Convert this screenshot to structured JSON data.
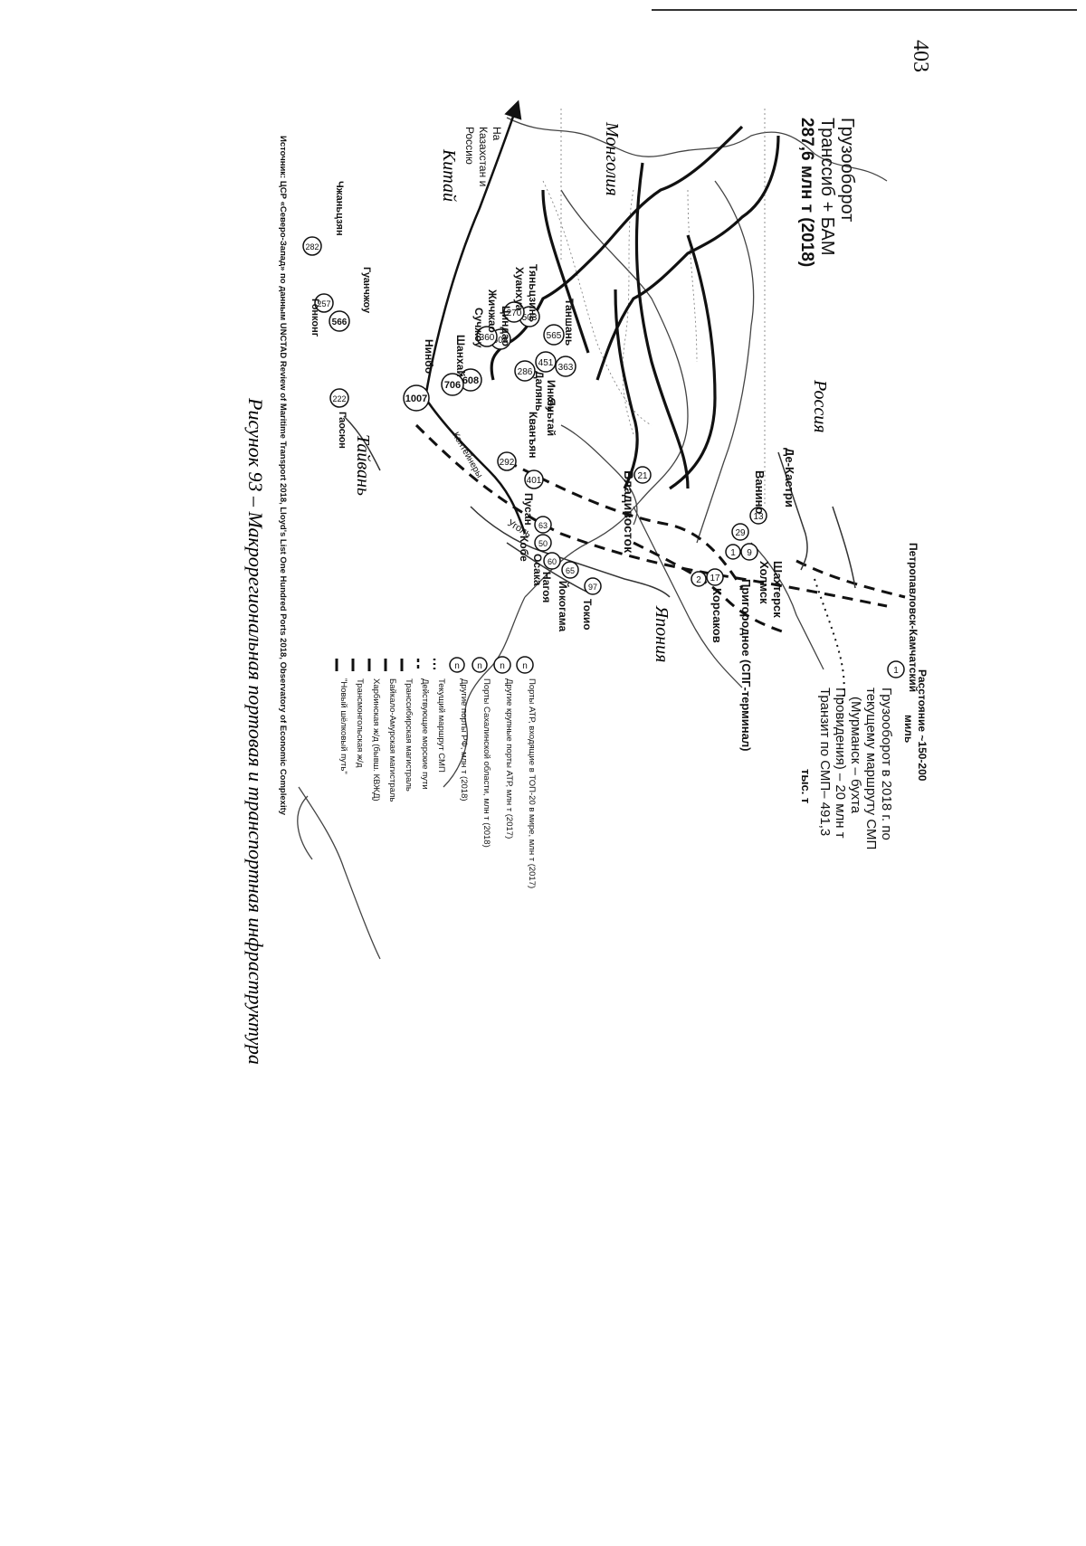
{
  "page_number": "403",
  "caption": "Рисунок 93 – Макрорегиональная портовая и транспортная инфраструктура",
  "source": "Источник: ЦСР «Северо-Запад» по данным UNCTAD Review of Maritime Transport 2018, Lloyd's List One Hundred Ports 2018, Observatory of Economic Complexity",
  "countries": [
    "Россия",
    "Монголия",
    "Китай",
    "Япония",
    "Тайвань"
  ],
  "cargo_transsib": [
    "Грузооборот",
    "Транссиб + БАМ",
    "287,6 млн т (2018)"
  ],
  "kazakhstan": [
    "На",
    "Казахстан и",
    "Россию"
  ],
  "distance_label": [
    "Расстояние ~150-200",
    "миль"
  ],
  "nsr_cargo": [
    "Грузооборот в 2018 г. по",
    "текущему маршруту СМП",
    "(Мурманск – бухта",
    "Провидения) – 20 млн т",
    "Транзит по СМП– 491,3",
    "тыс. т"
  ],
  "container_label": "Контейнеры",
  "coal_label": "Уголь",
  "ports_ru": [
    {
      "name": "Петропавловск-Камчатский",
      "value": "1"
    },
    {
      "name": "Де-Кастри",
      "value": "13"
    },
    {
      "name": "Ванино",
      "value": "29"
    },
    {
      "name": "Шахтерск",
      "value": "9"
    },
    {
      "name": "Холмск",
      "value": "1"
    },
    {
      "name": "Пригородное (СПГ-терминал)",
      "value": "17"
    },
    {
      "name": "Корсаков",
      "value": "2"
    },
    {
      "name": "Владивосток",
      "value": "21"
    }
  ],
  "ports_cn": [
    {
      "name": "Инкоу",
      "value": "363"
    },
    {
      "name": "Далянь",
      "value": "451"
    },
    {
      "name": "Яньтай",
      "value": "286"
    },
    {
      "name": "Таншань",
      "value": "565"
    },
    {
      "name": "Тяньцзинь",
      "value": "503"
    },
    {
      "name": "Хуанхуа",
      "value": "270"
    },
    {
      "name": "Циндао",
      "value": "508"
    },
    {
      "name": "Жичжао",
      "value": "360"
    },
    {
      "name": "Сучжоу",
      "value": "608"
    },
    {
      "name": "Шанхай",
      "value": "706"
    },
    {
      "name": "Нинбо",
      "value": "1007"
    },
    {
      "name": "Гуанчжоу",
      "value": "566"
    },
    {
      "name": "Гонконг",
      "value": "257"
    },
    {
      "name": "Чжаньцзян",
      "value": "282"
    },
    {
      "name": "Гаосюн",
      "value": "222"
    }
  ],
  "ports_other": [
    {
      "name": "Пусан",
      "value": "401"
    },
    {
      "name": "Кванъян",
      "value": "292"
    },
    {
      "name": "Кобе",
      "value": "63"
    },
    {
      "name": "Осака",
      "value": "50"
    },
    {
      "name": "Нагоя",
      "value": "60"
    },
    {
      "name": "Йокогама",
      "value": "65"
    },
    {
      "name": "Токио",
      "value": "97"
    }
  ],
  "legend": [
    {
      "symbol": "n",
      "label": "Порты АТР, входящие в ТОП-20 в мире, млн т (2017)"
    },
    {
      "symbol": "n",
      "label": "Другие крупные порты АТР, млн т (2017)"
    },
    {
      "symbol": "n",
      "label": "Порты Сахалинской области, млн т (2018)"
    },
    {
      "symbol": "n",
      "label": "Другие порты РФ, млн т (2018)"
    },
    {
      "symbol": "dots",
      "label": "Текущий маршрут СМП"
    },
    {
      "symbol": "dash",
      "label": "Действующие морские пути"
    },
    {
      "symbol": "line",
      "label": "Транссибирская магистраль"
    },
    {
      "symbol": "line",
      "label": "Байкало-Амурская магистраль"
    },
    {
      "symbol": "line",
      "label": "Харбинская ж/д (бывш. КВЖД)"
    },
    {
      "symbol": "line",
      "label": "Трансмонгольская ж/д"
    },
    {
      "symbol": "line",
      "label": "\"Новый шёлковый путь\""
    }
  ]
}
